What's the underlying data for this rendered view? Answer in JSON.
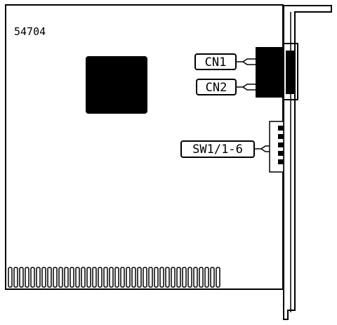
{
  "board": {
    "part_number": "54704"
  },
  "labels": {
    "cn1": "CN1",
    "cn2": "CN2",
    "sw1": "SW1/1-6"
  },
  "colors": {
    "ink": "#000000",
    "paper": "#ffffff"
  }
}
